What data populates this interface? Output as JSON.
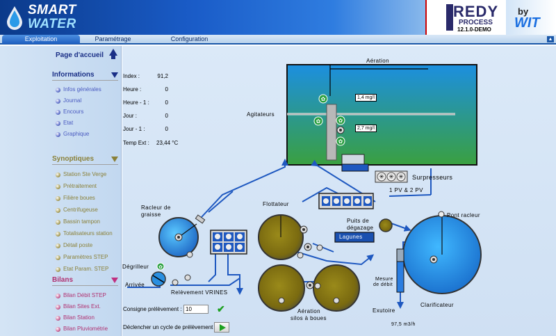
{
  "header": {
    "logo_line1": "SMART",
    "logo_line2": "WATER",
    "redy": "REDY",
    "redy_process": "PROCESS",
    "redy_version": "12.1.0-DEMO",
    "by": "by",
    "wit": "WIT"
  },
  "tabs": [
    {
      "label": "Exploitation",
      "active": true
    },
    {
      "label": "Paramétrage",
      "active": false
    },
    {
      "label": "Configuration",
      "active": false
    }
  ],
  "sidebar": {
    "home": "Page d'accueil",
    "sections": [
      {
        "title": "Informations",
        "color": "#1a2f86",
        "items": [
          "Infos générales",
          "Journal",
          "Encours",
          "Etat",
          "Graphique"
        ]
      },
      {
        "title": "Synoptiques",
        "color": "#8a8038",
        "items": [
          "Station Ste Verge",
          "Prétraitement",
          "Filière boues",
          "Centrifugeuse",
          "Bassin tampon",
          "Totalisateurs station",
          "Détail poste",
          "Paramètres STEP",
          "Etat Param. STEP"
        ]
      },
      {
        "title": "Bilans",
        "color": "#b03070",
        "items": [
          "Bilan Débit STEP",
          "Bilan Sites Ext.",
          "Bilan Station",
          "Bilan Pluviométrie"
        ]
      }
    ]
  },
  "stats": [
    {
      "label": "Index :",
      "value": "91,2"
    },
    {
      "label": "Heure :",
      "value": "0"
    },
    {
      "label": "Heure - 1 :",
      "value": "0"
    },
    {
      "label": "Jour :",
      "value": "0"
    },
    {
      "label": "Jour - 1 :",
      "value": "0"
    },
    {
      "label": "Temp Ext :",
      "value": "23,44 °C"
    }
  ],
  "diagram": {
    "aeration": "Aération",
    "agitateurs": "Agitateurs",
    "o2_top": "1,4 mg/l",
    "o2_bottom": "2,7 mg/l",
    "surpresseurs": "Surpresseurs",
    "pv": "1 PV & 2 PV",
    "racleur_graisse_1": "Racleur de",
    "racleur_graisse_2": "graisse",
    "flottateur": "Flottateur",
    "puits_degazage_1": "Puits de",
    "puits_degazage_2": "dégazage",
    "lagunes": "Lagunes",
    "pont_racleur": "Pont racleur",
    "degrilleur": "Dégrilleur",
    "arrivee": "Arrivée",
    "relevement": "Relèvement VRINES",
    "aeration_silos_1": "Aération",
    "aeration_silos_2": "silos à boues",
    "mesure_debit_1": "Mesure",
    "mesure_debit_2": "de débit",
    "exutoire": "Exutoire",
    "clarificateur": "Clarificateur",
    "debit_value": "97,5 m3/h"
  },
  "controls": {
    "consigne_label": "Consigne prélèvement :",
    "consigne_value": "10",
    "cycle_label": "Déclencher un cycle de prélèvement"
  },
  "colors": {
    "tank_blue": "#2a8fe0",
    "tank_green": "#3aa050",
    "sludge": "#8a7a1a",
    "pipe": "#1e58c0"
  }
}
